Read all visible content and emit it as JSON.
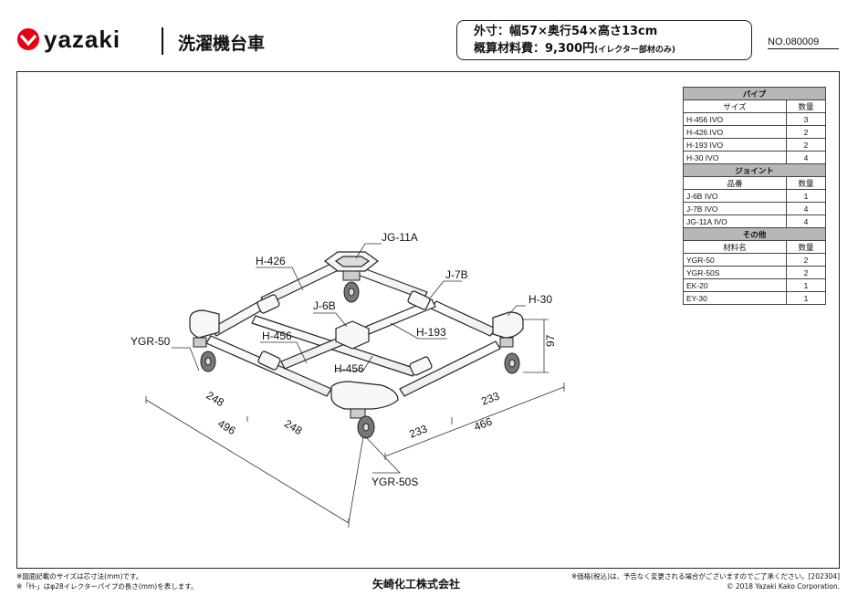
{
  "brand": {
    "name": "yazaki",
    "color": "#e60012"
  },
  "product_title": "洗濯機台車",
  "spec": {
    "dimensions": "外寸：幅57×奥行54×高さ13cm",
    "price_label": "概算材料費：9,300円",
    "price_note": "(イレクター部材のみ)"
  },
  "doc_number": "NO.080009",
  "parts_table": {
    "sections": [
      {
        "title": "パイプ",
        "col_name": "サイズ",
        "col_qty": "数量",
        "rows": [
          {
            "name": "H-456 IVO",
            "qty": "3"
          },
          {
            "name": "H-426 IVO",
            "qty": "2"
          },
          {
            "name": "H-193 IVO",
            "qty": "2"
          },
          {
            "name": "H-30 IVO",
            "qty": "4"
          }
        ]
      },
      {
        "title": "ジョイント",
        "col_name": "品番",
        "col_qty": "数量",
        "rows": [
          {
            "name": "J-6B IVO",
            "qty": "1"
          },
          {
            "name": "J-7B IVO",
            "qty": "4"
          },
          {
            "name": "JG-11A IVO",
            "qty": "4"
          }
        ]
      },
      {
        "title": "その他",
        "col_name": "材料名",
        "col_qty": "数量",
        "rows": [
          {
            "name": "YGR-50",
            "qty": "2"
          },
          {
            "name": "YGR-50S",
            "qty": "2"
          },
          {
            "name": "EK-20",
            "qty": "1"
          },
          {
            "name": "EY-30",
            "qty": "1"
          }
        ]
      }
    ]
  },
  "labels": {
    "jg11a": "JG-11A",
    "h426": "H-426",
    "j7b": "J-7B",
    "j6b": "J-6B",
    "h30": "H-30",
    "ygr50": "YGR-50",
    "h456a": "H-456",
    "h193": "H-193",
    "h456b": "H-456",
    "ygr50s": "YGR-50S"
  },
  "dimensions": {
    "d248a": "248",
    "d496": "496",
    "d248b": "248",
    "d233a": "233",
    "d466": "466",
    "d233b": "233",
    "d97": "97"
  },
  "footer": {
    "note1": "※図面記載のサイズは芯寸法(mm)です。",
    "note2": "※「H-」はφ28イレクターパイプの長さ(mm)を表します。",
    "company": "矢崎化工株式会社",
    "note3": "※価格(税込)は、予告なく変更される場合がございますのでご了承ください。[202304]",
    "copyright": "© 2018 Yazaki Kako Corporation."
  }
}
